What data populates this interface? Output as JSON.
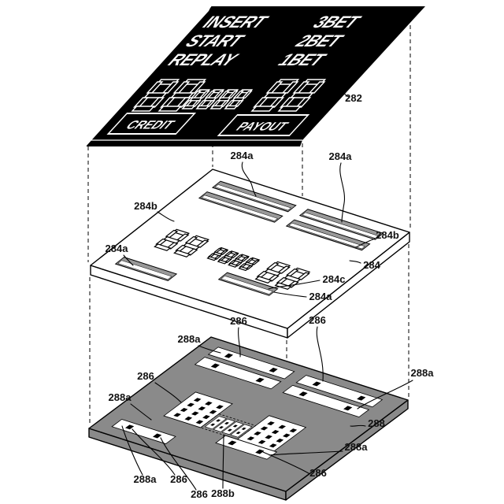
{
  "refs": {
    "r282": "282",
    "r284": "284",
    "r284a": "284a",
    "r284b": "284b",
    "r284c": "284c",
    "r286": "286",
    "r288": "288",
    "r288a": "288a",
    "r288b": "288b"
  },
  "top_panel": {
    "buttons_left": [
      "INSERT",
      "START",
      "REPLAY"
    ],
    "buttons_right": [
      "3BET",
      "2BET",
      "1BET"
    ],
    "credit_label": "CREDIT",
    "payout_label": "PAYOUT",
    "display_left": "88",
    "display_center": "8888",
    "display_right": "88",
    "panel_color": "#000000",
    "text_color": "#ffffff"
  },
  "middle_panel": {
    "display_left": "88",
    "display_center": "8888",
    "display_right": "88",
    "panel_color": "#ffffff"
  },
  "bottom_panel": {
    "panel_color": "#8a8a8a"
  },
  "background_color": "#ffffff"
}
